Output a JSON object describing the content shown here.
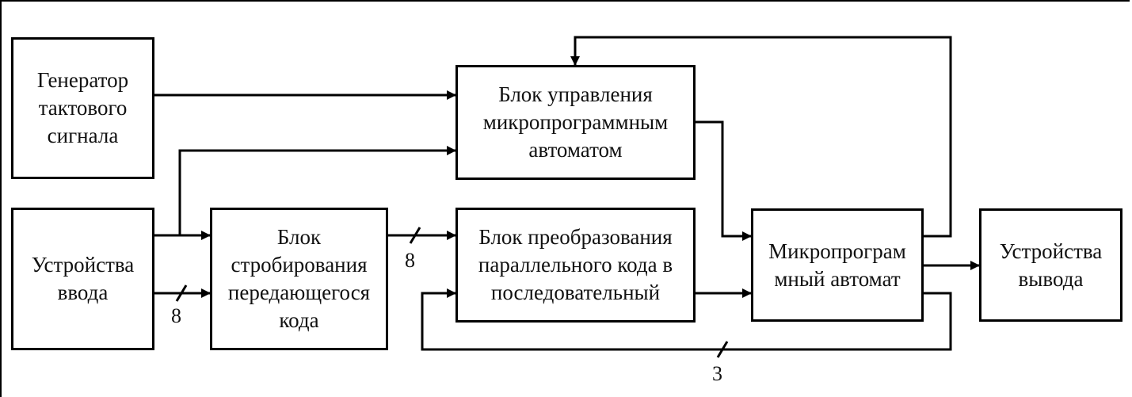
{
  "diagram": {
    "type": "block-diagram",
    "blocks": {
      "clock_generator": {
        "label": "Генератор\nтактового\nсигнала"
      },
      "input_devices": {
        "label": "Устройства\nввода"
      },
      "strobe_block": {
        "label": "Блок\nстробирования\nпередающегося\nкода"
      },
      "control_block": {
        "label": "Блок управления\nмикропрограммным\nавтоматом"
      },
      "converter_block": {
        "label": "Блок преобразования\nпараллельного кода в\nпоследовательный"
      },
      "microprogram_automaton": {
        "label": "Микропрограм\nмный автомат"
      },
      "output_devices": {
        "label": "Устройства\nвывода"
      }
    },
    "bus_labels": {
      "input_to_strobe": "8",
      "strobe_to_converter": "8",
      "automaton_to_converter": "3"
    },
    "connections": [
      {
        "from": "clock_generator",
        "to": "control_block"
      },
      {
        "from": "input_devices",
        "to": "control_block"
      },
      {
        "from": "input_devices",
        "to": "strobe_block"
      },
      {
        "from": "input_devices",
        "to": "strobe_block",
        "bus_width": "8"
      },
      {
        "from": "strobe_block",
        "to": "converter_block",
        "bus_width": "8"
      },
      {
        "from": "control_block",
        "to": "microprogram_automaton"
      },
      {
        "from": "converter_block",
        "to": "microprogram_automaton"
      },
      {
        "from": "microprogram_automaton",
        "to": "control_block"
      },
      {
        "from": "microprogram_automaton",
        "to": "output_devices"
      },
      {
        "from": "microprogram_automaton",
        "to": "converter_block",
        "bus_width": "3"
      }
    ]
  }
}
